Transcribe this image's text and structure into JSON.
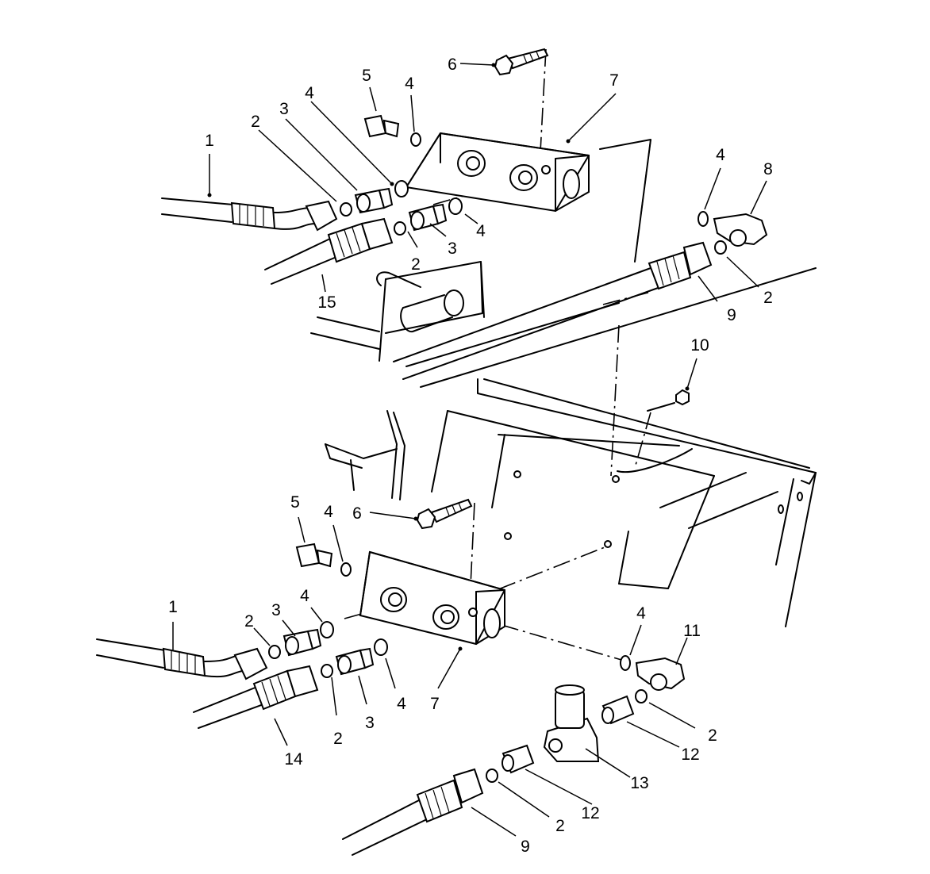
{
  "figure": {
    "callouts": [
      {
        "id": "c1a",
        "text": "1"
      },
      {
        "id": "c2a",
        "text": "2"
      },
      {
        "id": "c3a",
        "text": "3"
      },
      {
        "id": "c4a",
        "text": "4"
      },
      {
        "id": "c5a",
        "text": "5"
      },
      {
        "id": "c4b",
        "text": "4"
      },
      {
        "id": "c6a",
        "text": "6"
      },
      {
        "id": "c7a",
        "text": "7"
      },
      {
        "id": "c4c",
        "text": "4"
      },
      {
        "id": "c8",
        "text": "8"
      },
      {
        "id": "c2b",
        "text": "2"
      },
      {
        "id": "c3b",
        "text": "3"
      },
      {
        "id": "c4d",
        "text": "4"
      },
      {
        "id": "c15",
        "text": "15"
      },
      {
        "id": "c9a",
        "text": "9"
      },
      {
        "id": "c2c",
        "text": "2"
      },
      {
        "id": "c10",
        "text": "10"
      },
      {
        "id": "c5b",
        "text": "5"
      },
      {
        "id": "c6b",
        "text": "6"
      },
      {
        "id": "c4e",
        "text": "4"
      },
      {
        "id": "c1b",
        "text": "1"
      },
      {
        "id": "c2d",
        "text": "2"
      },
      {
        "id": "c3c",
        "text": "3"
      },
      {
        "id": "c4f",
        "text": "4"
      },
      {
        "id": "c4g",
        "text": "4"
      },
      {
        "id": "c11",
        "text": "11"
      },
      {
        "id": "c7b",
        "text": "7"
      },
      {
        "id": "c2e",
        "text": "2"
      },
      {
        "id": "c3d",
        "text": "3"
      },
      {
        "id": "c4h",
        "text": "4"
      },
      {
        "id": "c14",
        "text": "14"
      },
      {
        "id": "c2f",
        "text": "2"
      },
      {
        "id": "c12a",
        "text": "12"
      },
      {
        "id": "c13",
        "text": "13"
      },
      {
        "id": "c2g",
        "text": "2"
      },
      {
        "id": "c12b",
        "text": "12"
      },
      {
        "id": "c9b",
        "text": "9"
      }
    ]
  }
}
